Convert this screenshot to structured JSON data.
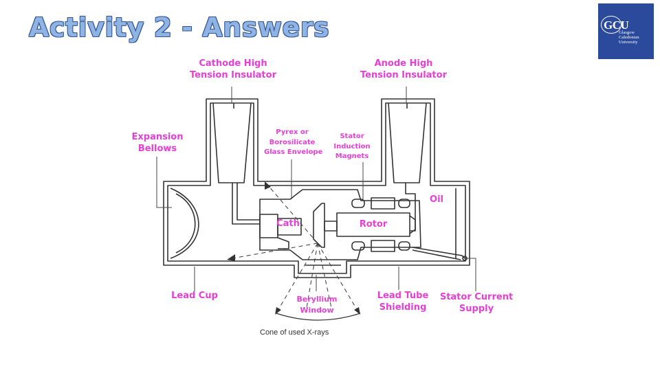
{
  "slide": {
    "title": "Activity 2 - Answers",
    "logo": {
      "mark": "GCU",
      "name_line1": "Glasgow Caledonian",
      "name_line2": "University"
    }
  },
  "diagram": {
    "labels": {
      "cathode_insulator_1": "Cathode High",
      "cathode_insulator_2": "Tension Insulator",
      "anode_insulator_1": "Anode High",
      "anode_insulator_2": "Tension Insulator",
      "bellows_1": "Expansion",
      "bellows_2": "Bellows",
      "envelope_1": "Pyrex or",
      "envelope_2": "Borosilicate",
      "envelope_3": "Glass Envelope",
      "stator_1": "Stator",
      "stator_2": "Induction",
      "stator_3": "Magnets",
      "oil": "Oil",
      "cath": "Cath",
      "rotor": "Rotor",
      "lead_cup": "Lead Cup",
      "window_1": "Beryllium",
      "window_2": "Window",
      "shielding_1": "Lead Tube",
      "shielding_2": "Shielding",
      "supply_1": "Stator Current",
      "supply_2": "Supply"
    },
    "caption": "Cone of used X-rays"
  },
  "colors": {
    "label": "#e53fd6",
    "title_fill": "#8fb4e3",
    "title_outline": "#2f5597",
    "logo_bg": "#2b4a9b"
  }
}
